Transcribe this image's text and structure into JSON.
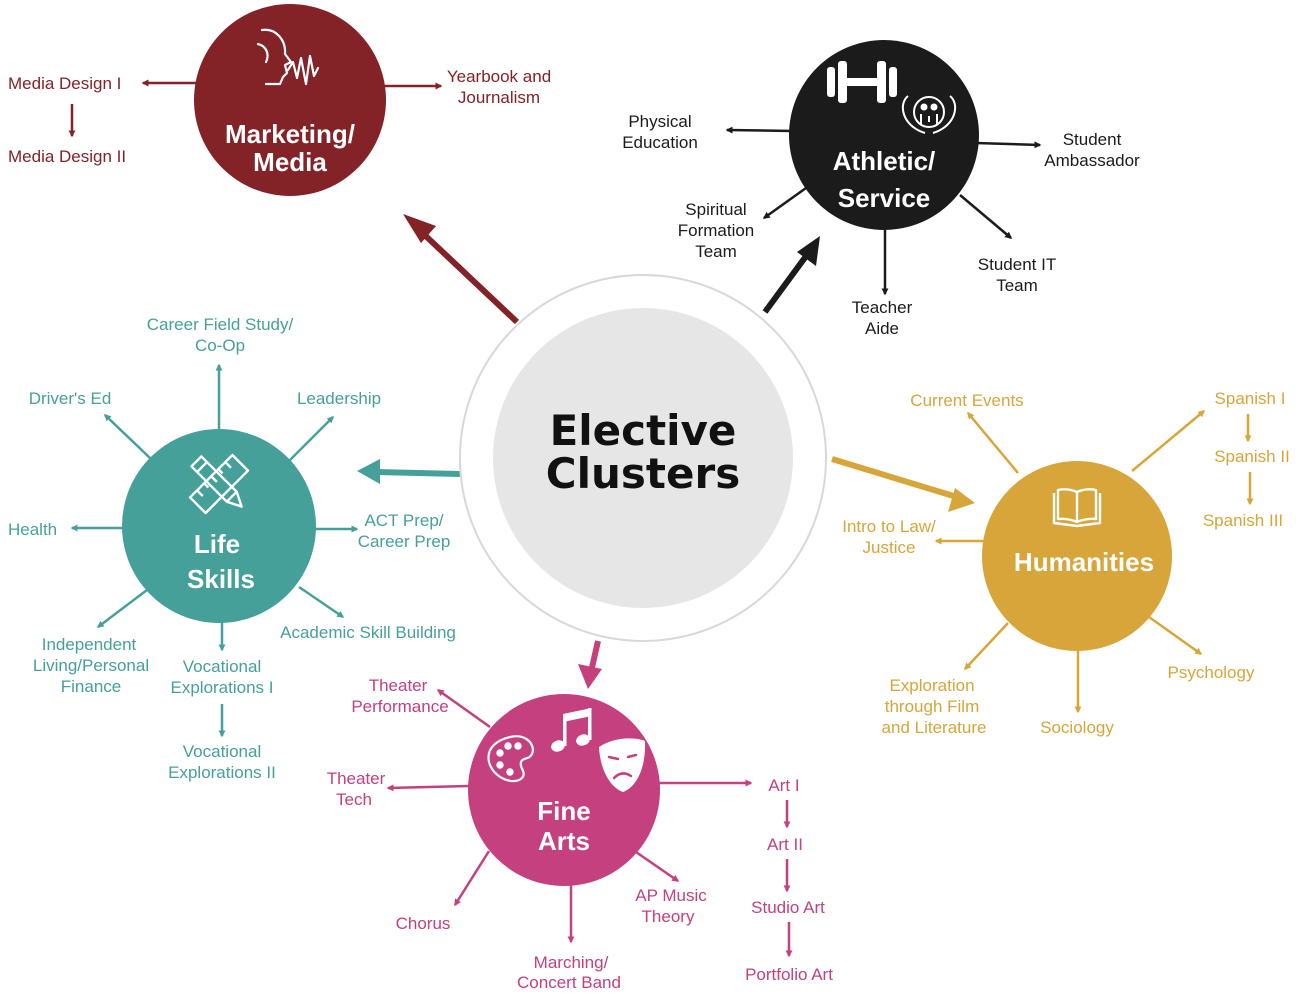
{
  "hub": {
    "line1": "Elective",
    "line2": "Clusters"
  },
  "colors": {
    "marketing": "#832227",
    "athletic": "#1b1b1b",
    "humanities": "#d7a53a",
    "fine_arts": "#c4407f",
    "life_skills": "#46a09a",
    "hub_ring": "#d8d8d8",
    "hub_fill": "#e6e6e6"
  },
  "icons": {
    "marketing": "speaking-head-soundwave-icon",
    "athletic": [
      "dumbbell-icon",
      "laurel-family-icon"
    ],
    "humanities": "open-book-icon",
    "fine_arts": [
      "palette-icon",
      "music-notes-icon",
      "theater-mask-icon"
    ],
    "life_skills": "ruler-pencil-icon"
  },
  "clusters": {
    "marketing": {
      "title": [
        "Marketing/",
        "Media"
      ],
      "courses": {
        "media_design_1": "Media Design I",
        "media_design_2": "Media Design II",
        "yearbook": [
          "Yearbook and",
          "Journalism"
        ]
      }
    },
    "athletic": {
      "title": [
        "Athletic/",
        "Service"
      ],
      "courses": {
        "physical_education": [
          "Physical",
          "Education"
        ],
        "student_ambassador": [
          "Student",
          "Ambassador"
        ],
        "spiritual_formation": [
          "Spiritual",
          "Formation",
          "Team"
        ],
        "teacher_aide": [
          "Teacher",
          "Aide"
        ],
        "student_it": [
          "Student IT",
          "Team"
        ]
      }
    },
    "humanities": {
      "title": [
        "Humanities"
      ],
      "courses": {
        "current_events": "Current Events",
        "spanish_1": "Spanish I",
        "spanish_2": "Spanish II",
        "spanish_3": "Spanish III",
        "intro_law": [
          "Intro to Law/",
          "Justice"
        ],
        "exploration_film": [
          "Exploration",
          "through Film",
          "and Literature"
        ],
        "sociology": "Sociology",
        "psychology": "Psychology"
      }
    },
    "fine_arts": {
      "title": [
        "Fine",
        "Arts"
      ],
      "courses": {
        "theater_performance": [
          "Theater",
          "Performance"
        ],
        "theater_tech": [
          "Theater",
          "Tech"
        ],
        "chorus": "Chorus",
        "marching_band": [
          "Marching/",
          "Concert Band"
        ],
        "ap_music_theory": [
          "AP Music",
          "Theory"
        ],
        "art_1": "Art I",
        "art_2": "Art II",
        "studio_art": "Studio Art",
        "portfolio_art": "Portfolio Art"
      }
    },
    "life_skills": {
      "title": [
        "Life",
        "Skills"
      ],
      "courses": {
        "career_field_study": [
          "Career Field Study/",
          "Co-Op"
        ],
        "drivers_ed": "Driver's Ed",
        "leadership": "Leadership",
        "health": "Health",
        "act_prep": [
          "ACT Prep/",
          "Career Prep"
        ],
        "independent_living": [
          "Independent",
          "Living/Personal",
          "Finance"
        ],
        "vocational_1": [
          "Vocational",
          "Explorations I"
        ],
        "vocational_2": [
          "Vocational",
          "Explorations II"
        ],
        "academic_skill": "Academic Skill Building"
      }
    }
  }
}
